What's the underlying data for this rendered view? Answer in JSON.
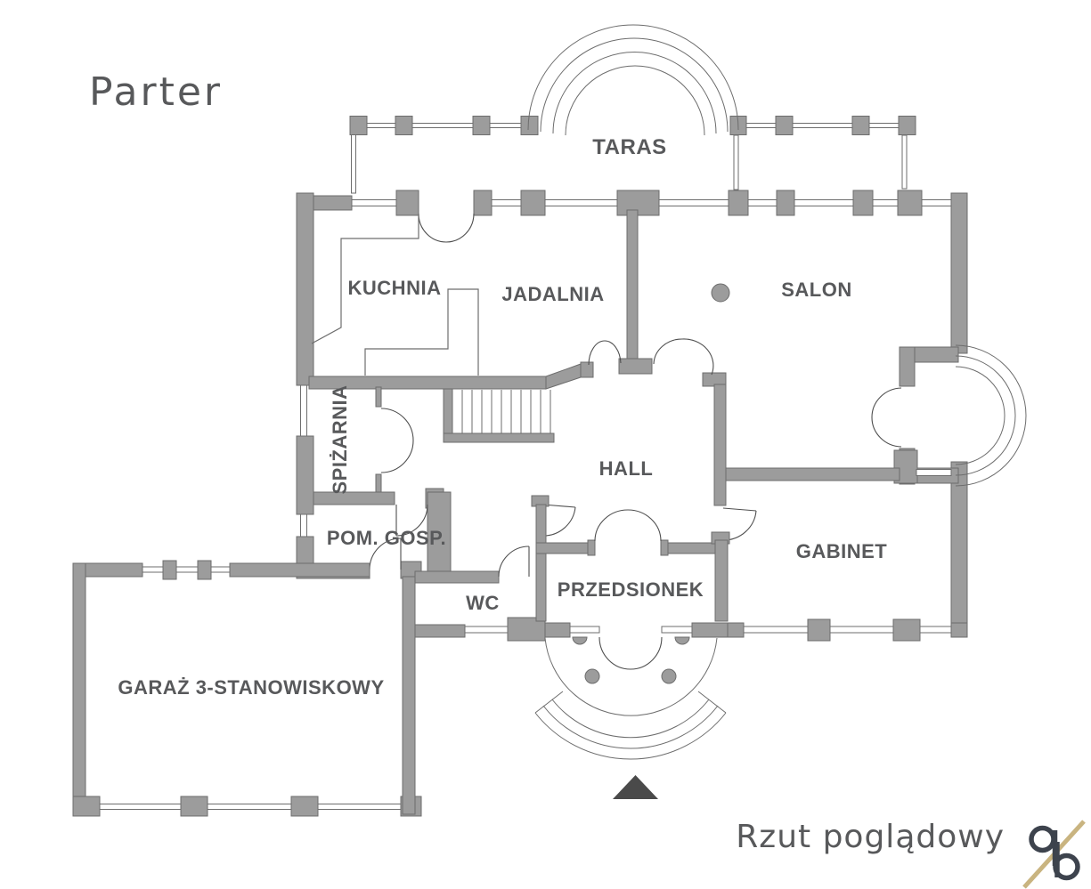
{
  "page": {
    "title": "Parter",
    "caption": "Rzut poglądowy"
  },
  "rooms": {
    "taras": "TARAS",
    "kuchnia": "KUCHNIA",
    "jadalnia": "JADALNIA",
    "salon": "SALON",
    "spizarnia": "SPIŻARNIA",
    "hall": "HALL",
    "pom_gosp": "POM. GOSP.",
    "wc": "WC",
    "przedsionek": "PRZEDSIONEK",
    "gabinet": "GABINET",
    "garaz": "GARAŻ 3-STANOWISKOWY"
  },
  "logo": {
    "letters": "qp"
  },
  "colors": {
    "wall": "#9c9c9c",
    "wall_outline": "#6d6d6d",
    "label": "#58595b",
    "logo_dark": "#3d434d",
    "logo_gold": "#c9b480"
  }
}
